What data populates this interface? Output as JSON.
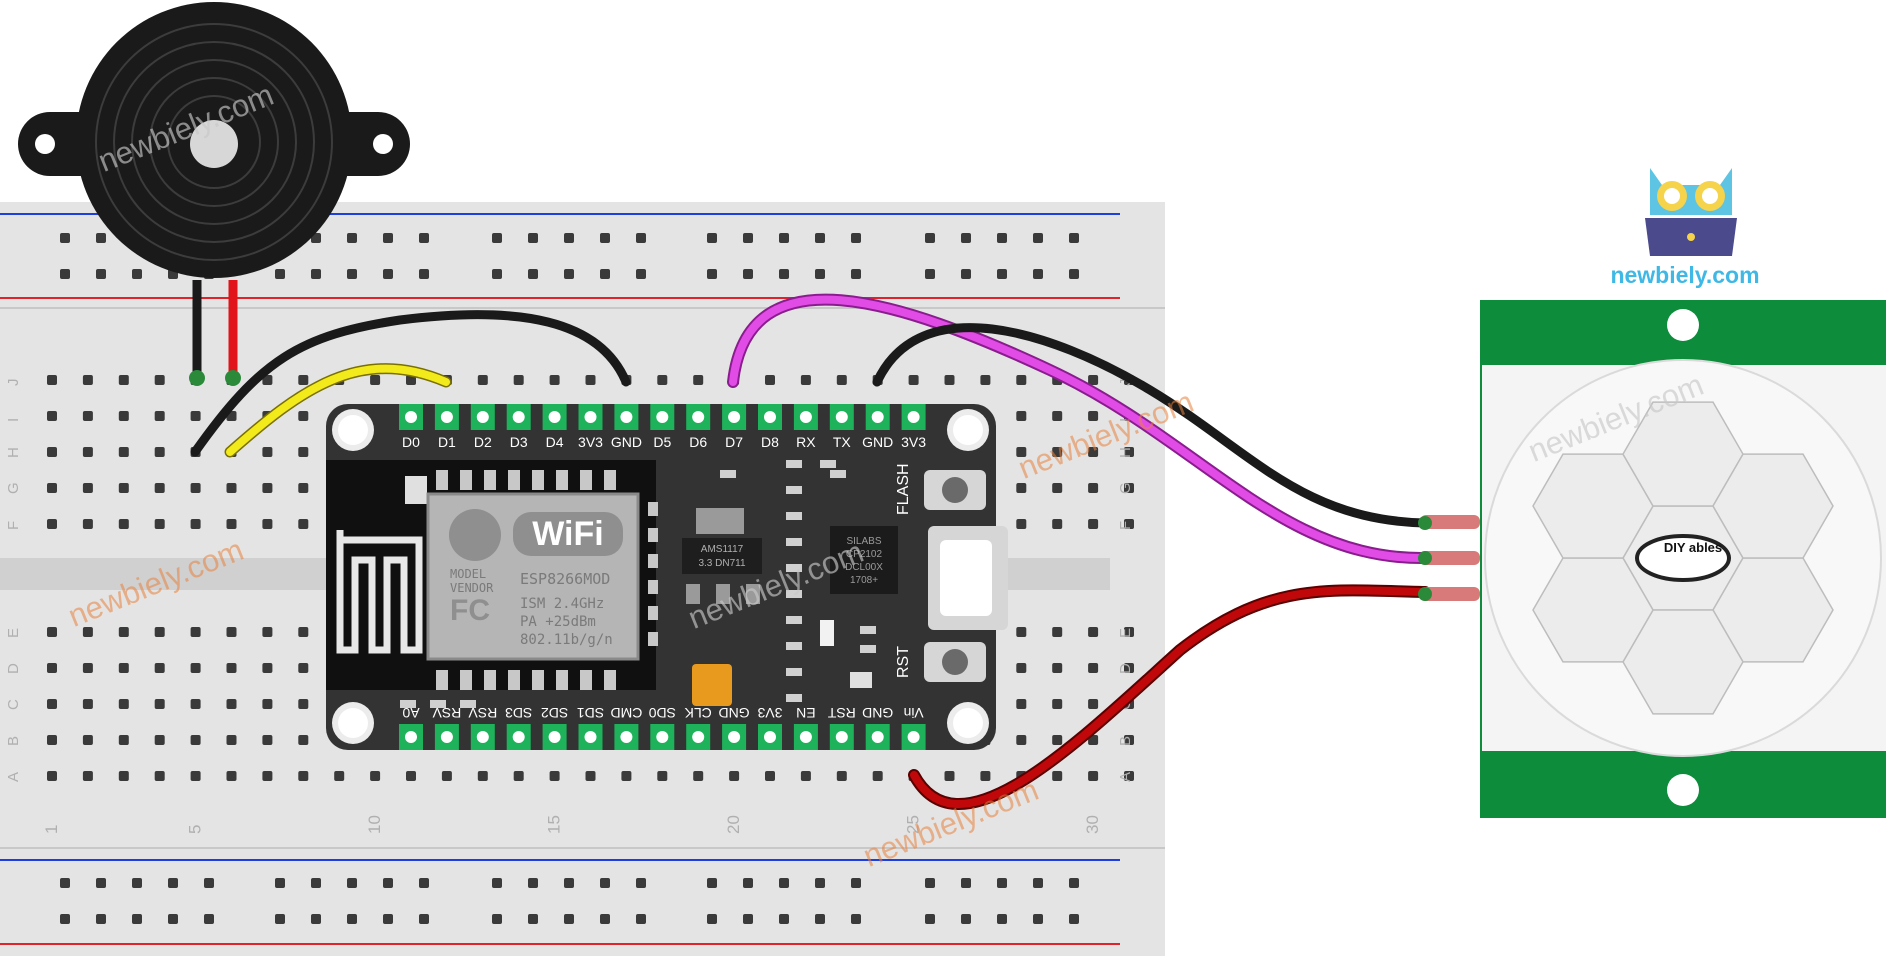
{
  "brand": {
    "site": "newbiely.com"
  },
  "watermarks": [
    "newbiely.com",
    "newbiely.com",
    "newbiely.com",
    "newbiely.com",
    "newbiely.com",
    "newbiely.com"
  ],
  "breadboard": {
    "row_letters_top": [
      "J",
      "I",
      "H",
      "G",
      "F"
    ],
    "row_letters_bottom": [
      "E",
      "D",
      "C",
      "B",
      "A"
    ],
    "column_numbers": [
      "1",
      "5",
      "10",
      "15",
      "20",
      "25",
      "30"
    ]
  },
  "esp8266": {
    "top_pins": [
      "D0",
      "D1",
      "D2",
      "D3",
      "D4",
      "3V3",
      "GND",
      "D5",
      "D6",
      "D7",
      "D8",
      "RX",
      "TX",
      "GND",
      "3V3"
    ],
    "bottom_pins": [
      "A0",
      "RSV",
      "RSV",
      "SD3",
      "SD2",
      "SD1",
      "CMD",
      "SD0",
      "CLK",
      "GND",
      "3V3",
      "EN",
      "RST",
      "GND",
      "Vin"
    ],
    "wifi_logo": "WiFi",
    "module_text": [
      "MODEL",
      "VENDOR",
      "ESP8266MOD",
      "ISM 2.4GHz",
      "PA  +25dBm",
      "802.11b/g/n"
    ],
    "regulator": [
      "AMS1117",
      "3.3  DN711"
    ],
    "usb_chip": [
      "SILABS",
      "CP2102",
      "DCL00X",
      "1708+"
    ],
    "buttons": [
      "FLASH",
      "RST"
    ]
  },
  "pir_sensor": {
    "badge": "DIY ables"
  },
  "colors": {
    "wire_black": "#1a1a1a",
    "wire_red": "#c0080a",
    "wire_yellow": "#f2ea1a",
    "wire_magenta": "#e24ce6",
    "board_dark": "#333333",
    "pcb_green": "#0d8c3c",
    "pin_green": "#1eb25a"
  }
}
